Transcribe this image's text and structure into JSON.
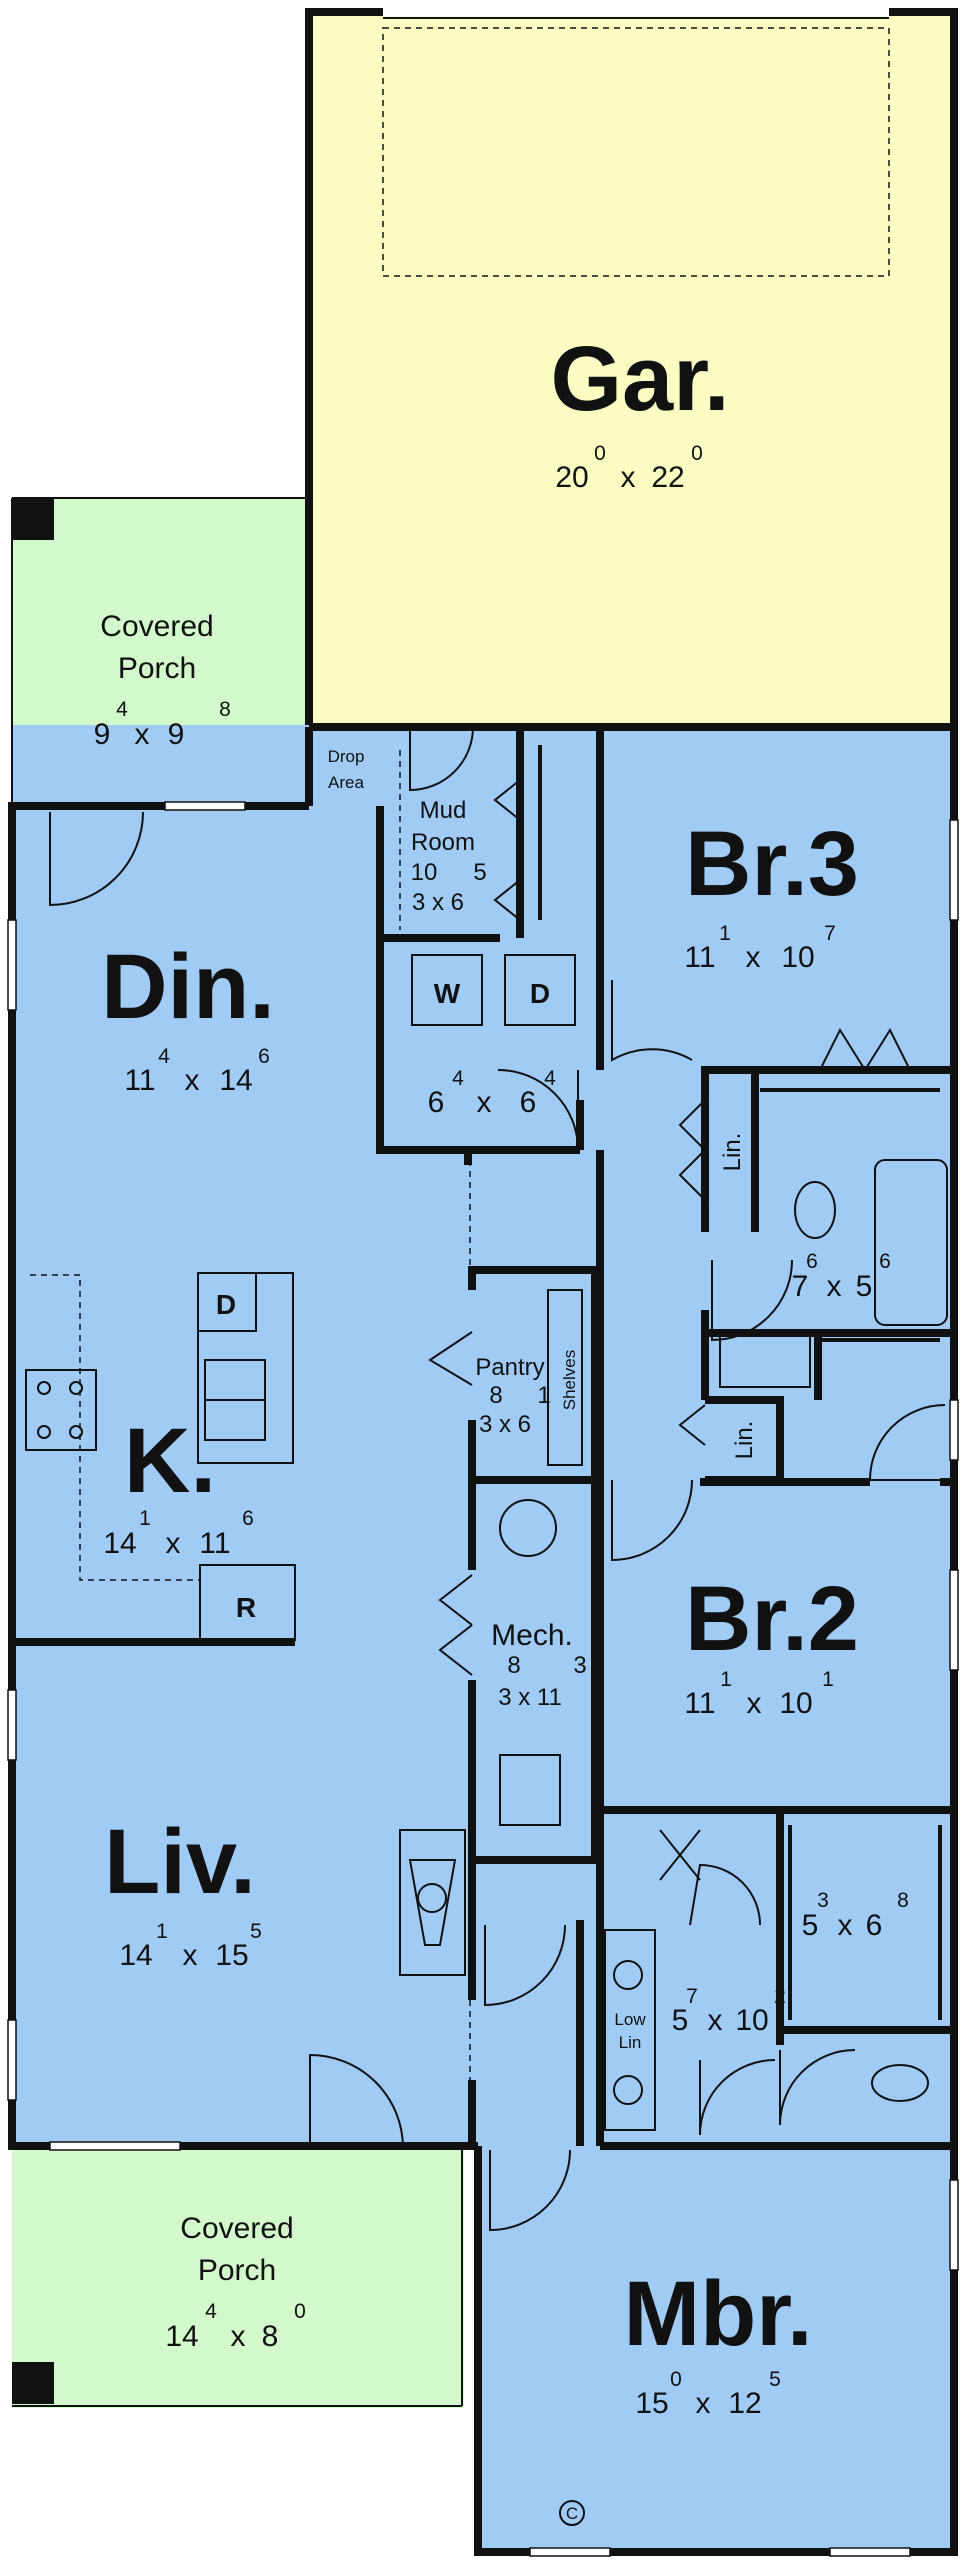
{
  "colors": {
    "garage": "#fafcc2",
    "interior": "#9fcbf5",
    "porch": "#d2f8cb",
    "wall": "#111111"
  },
  "rooms": {
    "garage": {
      "name": "Gar.",
      "w": "20",
      "w_in": "0",
      "x": "x",
      "h": "22",
      "h_in": "0"
    },
    "covered_porch_top": {
      "line1": "Covered",
      "line2": "Porch",
      "w": "9",
      "w_in": "4",
      "x": "x",
      "h": "9",
      "h_in": "8"
    },
    "drop_area": {
      "line1": "Drop",
      "line2": "Area"
    },
    "mud_room": {
      "line1": "Mud",
      "line2": "Room",
      "size_ft": "10",
      "size_in": "5",
      "size": "3 x 6"
    },
    "laundry": {
      "w": "6",
      "w_in": "4",
      "x": "x",
      "h": "6",
      "h_in": "4",
      "washer": "W",
      "dryer": "D"
    },
    "bedroom3": {
      "name": "Br.3",
      "w": "11",
      "w_in": "1",
      "x": "x",
      "h": "10",
      "h_in": "7"
    },
    "dining": {
      "name": "Din.",
      "w": "11",
      "w_in": "4",
      "x": "x",
      "h": "14",
      "h_in": "6"
    },
    "lin_upper": {
      "name": "Lin."
    },
    "bath2": {
      "w": "7",
      "w_in": "6",
      "x": "x",
      "h": "5",
      "h_in": "6"
    },
    "pantry": {
      "name": "Pantry",
      "size_ft": "8",
      "size_in": "1",
      "size": "3 x 6",
      "shelves": "Shelves"
    },
    "kitchen": {
      "name": "K.",
      "w": "14",
      "w_in": "1",
      "x": "x",
      "h": "11",
      "h_in": "6",
      "dishwasher": "D",
      "refrigerator": "R"
    },
    "lin_lower": {
      "name": "Lin."
    },
    "mechanical": {
      "name": "Mech.",
      "size_ft": "8",
      "size_in": "3",
      "size": "3 x 11"
    },
    "bedroom2": {
      "name": "Br.2",
      "w": "11",
      "w_in": "1",
      "x": "x",
      "h": "10",
      "h_in": "1"
    },
    "living": {
      "name": "Liv.",
      "w": "14",
      "w_in": "1",
      "x": "x",
      "h": "15",
      "h_in": "5"
    },
    "master_closet": {
      "w": "5",
      "w_in": "3",
      "x": "x",
      "h": "6",
      "h_in": "8"
    },
    "master_bath": {
      "w": "5",
      "w_in": "7",
      "x": "x",
      "h": "10",
      "h_in": "2",
      "low_lin_1": "Low",
      "low_lin_2": "Lin"
    },
    "covered_porch_bottom": {
      "line1": "Covered",
      "line2": "Porch",
      "w": "14",
      "w_in": "4",
      "x": "x",
      "h": "8",
      "h_in": "0"
    },
    "master_bedroom": {
      "name": "Mbr.",
      "w": "15",
      "w_in": "0",
      "x": "x",
      "h": "12",
      "h_in": "5",
      "ceiling_fan_mark": "C"
    }
  }
}
